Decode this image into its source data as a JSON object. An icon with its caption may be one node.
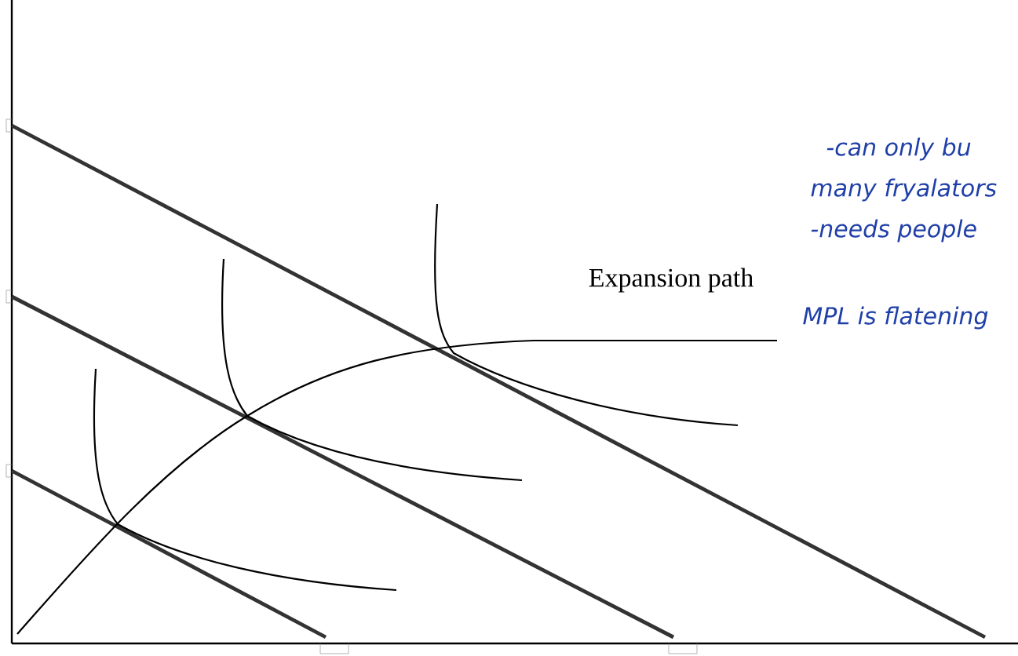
{
  "diagram": {
    "labels": [
      "-can only bu",
      "many fryalators",
      "-needs people",
      "Expansion path",
      "MPL is flatening"
    ]
  }
}
